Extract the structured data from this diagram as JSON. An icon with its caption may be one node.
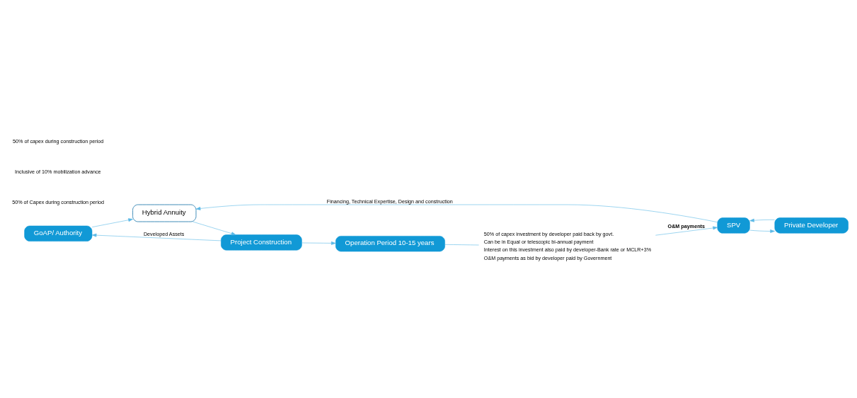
{
  "diagram": {
    "nodes": [
      {
        "text": [
          "GoAP/ Authority"
        ]
      },
      {
        "text": [
          "Project Construction"
        ]
      },
      {
        "text": [
          "Operation Period 10-15 years"
        ]
      },
      {
        "text": [
          "Hybrid Annuity"
        ]
      },
      {
        "text": [
          "Private Developer"
        ]
      },
      {
        "text": [
          "SPV"
        ]
      },
      {
        "text": [
          "50% of capex investment by developer paid back by govt.",
          "Can be in Equal or telescopic bi-annual payment",
          "Interest on this investment also paid by developer-Bank rate or MCLR+3%",
          "O&M payments as bid by developer paid by Government"
        ]
      }
    ],
    "edges": [
      {
        "from": 1,
        "to": 0,
        "arrow": "to",
        "label": "Developed Assets"
      },
      {
        "from": 0,
        "to": 3,
        "arrow": "to"
      },
      {
        "from": 3,
        "to": 1,
        "arrow": "to"
      },
      {
        "from": 1,
        "to": 2,
        "arrow": "to"
      },
      {
        "from": 2,
        "to": 6,
        "arrow": "none"
      },
      {
        "from": 6,
        "to": 5,
        "arrow": "to",
        "label": "O&M payments"
      },
      {
        "from": 5,
        "to": 4,
        "arrow": "to"
      },
      {
        "from": 4,
        "to": 5,
        "arrow": "to"
      },
      {
        "from": 5,
        "to": 3,
        "arrow": "to",
        "label": "Financing, Technical Expertise, Design and construction"
      }
    ],
    "labels": [
      "50% of Capex during construction period",
      "Inclusive of 10% mobilization advance",
      "50% of capex during construction period"
    ]
  }
}
